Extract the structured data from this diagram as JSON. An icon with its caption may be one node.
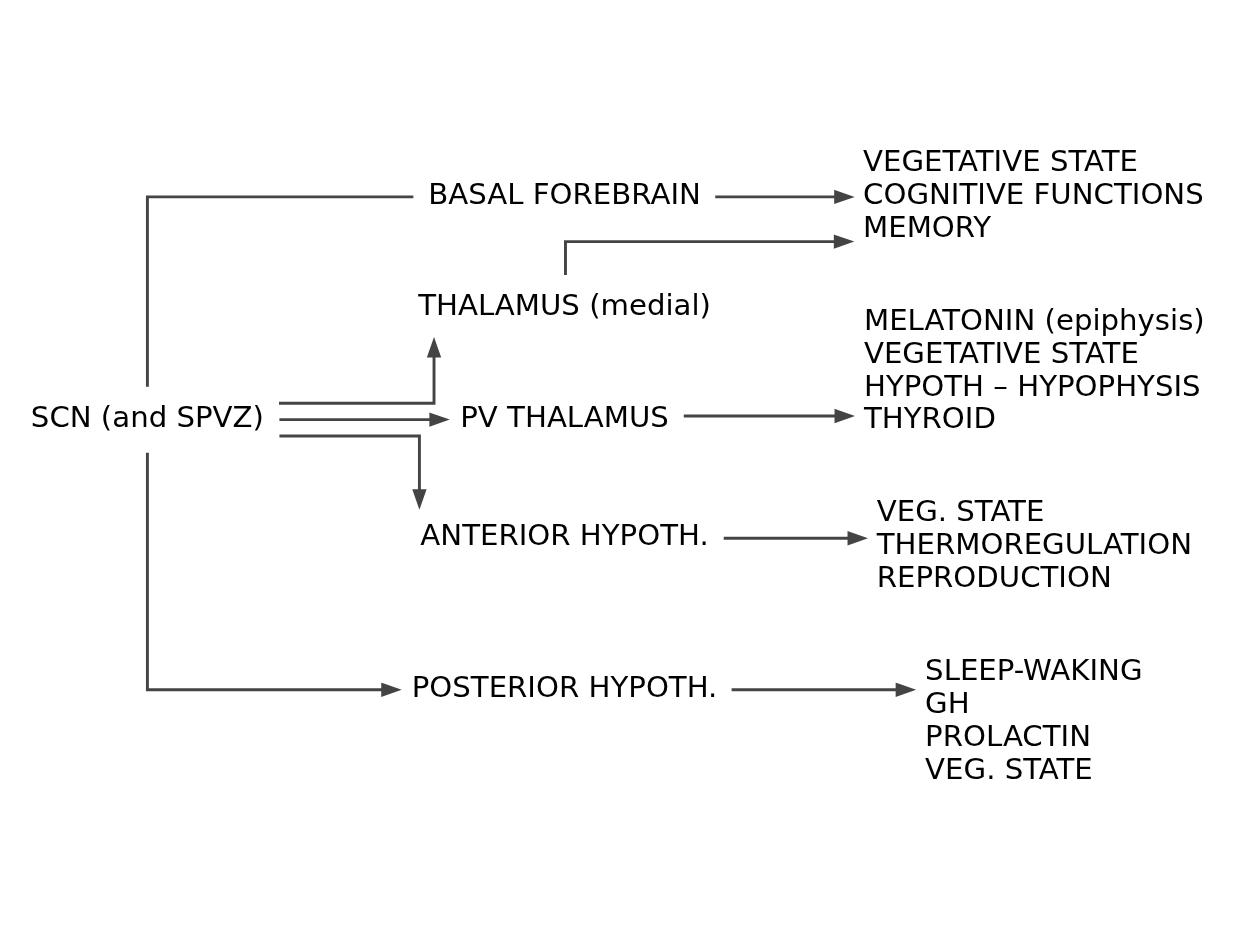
{
  "diagram": {
    "nodes": [
      {
        "text": [
          "SCN (and SPVZ)"
        ]
      },
      {
        "text": [
          "BASAL FOREBRAIN"
        ]
      },
      {
        "text": [
          "THALAMUS (medial)"
        ]
      },
      {
        "text": [
          "VEGETATIVE STATE",
          "COGNITIVE FUNCTIONS",
          "MEMORY"
        ]
      },
      {
        "text": [
          "PV THALAMUS"
        ]
      },
      {
        "text": [
          "MELATONIN (epiphysis)",
          "VEGETATIVE STATE",
          "HYPOTH – HYPOPHYSIS",
          "THYROID"
        ]
      },
      {
        "text": [
          "ANTERIOR HYPOTH."
        ]
      },
      {
        "text": [
          "VEG. STATE",
          "THERMOREGULATION",
          "REPRODUCTION"
        ]
      },
      {
        "text": [
          "POSTERIOR HYPOTH."
        ]
      },
      {
        "text": [
          "SLEEP-WAKING",
          "GH",
          "PROLACTIN",
          "VEG. STATE"
        ]
      }
    ],
    "edges": [
      {
        "from": 0,
        "to": 1,
        "arrow": "none"
      },
      {
        "from": 0,
        "to": 2,
        "arrow": "to"
      },
      {
        "from": 1,
        "to": 3,
        "arrow": "to"
      },
      {
        "from": 2,
        "to": 3,
        "arrow": "to"
      },
      {
        "from": 0,
        "to": 4,
        "arrow": "to"
      },
      {
        "from": 4,
        "to": 5,
        "arrow": "to"
      },
      {
        "from": 0,
        "to": 6,
        "arrow": "to"
      },
      {
        "from": 6,
        "to": 7,
        "arrow": "to"
      },
      {
        "from": 0,
        "to": 8,
        "arrow": "to"
      },
      {
        "from": 8,
        "to": 9,
        "arrow": "to"
      }
    ]
  }
}
